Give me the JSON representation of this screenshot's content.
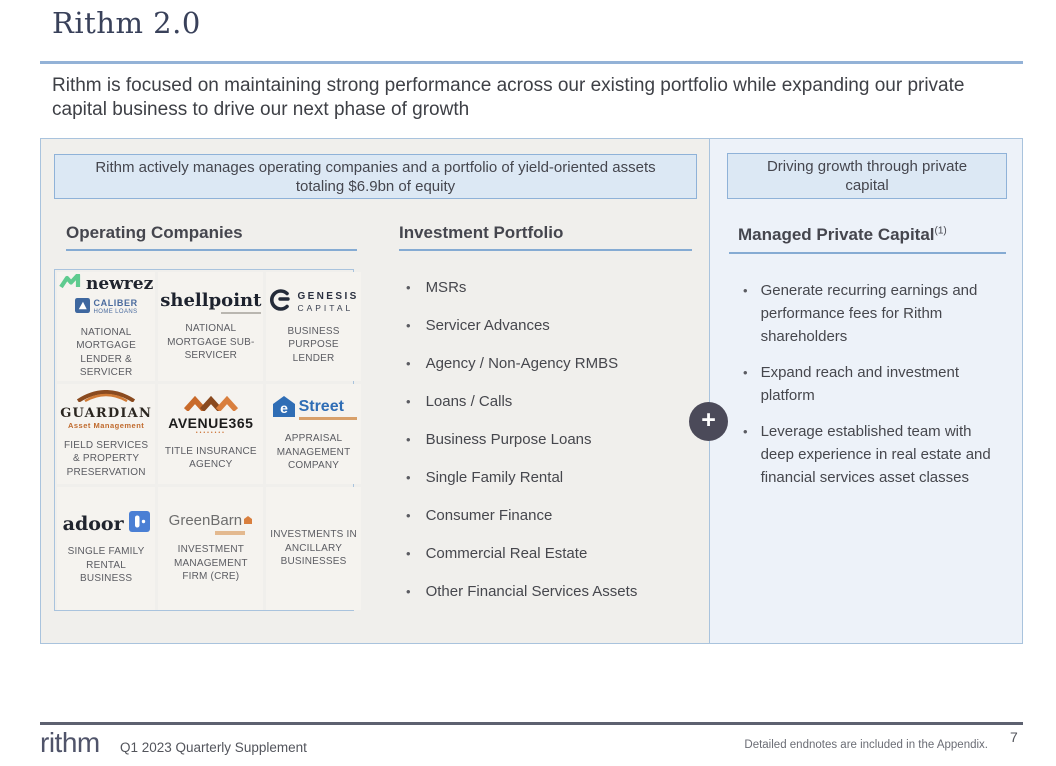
{
  "header": {
    "title": "Rithm 2.0",
    "subtitle": "Rithm is focused on maintaining strong performance across our existing portfolio while expanding our private capital business to drive our next phase of growth"
  },
  "left_panel": {
    "banner": "Rithm actively manages operating companies and a portfolio of yield-oriented assets totaling $6.9bn of equity",
    "operating_companies": {
      "heading": "Operating Companies",
      "cells": [
        {
          "logo": "newrez-caliber-logos",
          "newrez_text": "newrez",
          "caliber_text": "CALIBER",
          "caliber_sub": "HOME LOANS",
          "caption": "NATIONAL MORTGAGE LENDER & SERVICER"
        },
        {
          "logo": "shellpoint-logo",
          "text": "shellpoint",
          "caption": "NATIONAL MORTGAGE SUB-SERVICER"
        },
        {
          "logo": "genesis-capital-logo",
          "line1": "GENESIS",
          "line2": "CAPITAL",
          "caption": "BUSINESS PURPOSE LENDER"
        },
        {
          "logo": "guardian-logo",
          "text": "GUARDIAN",
          "sub": "Asset Management",
          "caption": "FIELD SERVICES & PROPERTY PRESERVATION"
        },
        {
          "logo": "avenue365-logo",
          "text": "AVENUE365",
          "caption": "TITLE INSURANCE AGENCY"
        },
        {
          "logo": "estreet-logo",
          "house_letter": "e",
          "text": "Street",
          "caption": "APPRAISAL MANAGEMENT COMPANY"
        },
        {
          "logo": "adoor-logo",
          "text": "adoor",
          "caption": "SINGLE FAMILY RENTAL BUSINESS"
        },
        {
          "logo": "greenbarn-logo",
          "text": "GreenBarn",
          "caption": "INVESTMENT MANAGEMENT FIRM (CRE)"
        },
        {
          "logo": "none",
          "caption": "INVESTMENTS IN ANCILLARY BUSINESSES"
        }
      ]
    },
    "investment_portfolio": {
      "heading": "Investment Portfolio",
      "items": [
        "MSRs",
        "Servicer Advances",
        "Agency / Non-Agency RMBS",
        "Loans / Calls",
        "Business Purpose Loans",
        "Single Family Rental",
        "Consumer Finance",
        "Commercial Real Estate",
        "Other Financial Services Assets"
      ]
    }
  },
  "right_panel": {
    "banner": "Driving growth through private capital",
    "heading": "Managed Private Capital",
    "heading_note": "(1)",
    "items": [
      "Generate recurring earnings and performance fees for Rithm shareholders",
      "Expand reach and investment platform",
      "Leverage established team with deep experience in real estate and financial services asset classes"
    ]
  },
  "connector": {
    "plus_icon": "+"
  },
  "footer": {
    "logo": "rithm",
    "label": "Q1 2023 Quarterly Supplement",
    "endnote": "Detailed endnotes are included in the Appendix.",
    "page_number": "7"
  },
  "colors": {
    "accent_line": "#93b2d7",
    "panel_border": "#a9c3dd",
    "left_panel_bg": "#f0efec",
    "right_panel_bg": "#edf2f9",
    "banner_bg": "#dce8f4",
    "banner_border": "#8fb2d8",
    "plus_circle_bg": "#4b4a59",
    "newrez_green": "#5ecb8f",
    "caliber_blue": "#4a6b9e",
    "genesis_dark": "#242b39",
    "guardian_orange": "#c06a2d",
    "avenue_orange": "#c96a2a",
    "estreet_blue": "#2f6db5",
    "adoor_blue": "#4a7fd4",
    "greenbarn_orange": "#d97f3e",
    "footer_line": "#5d6170"
  }
}
